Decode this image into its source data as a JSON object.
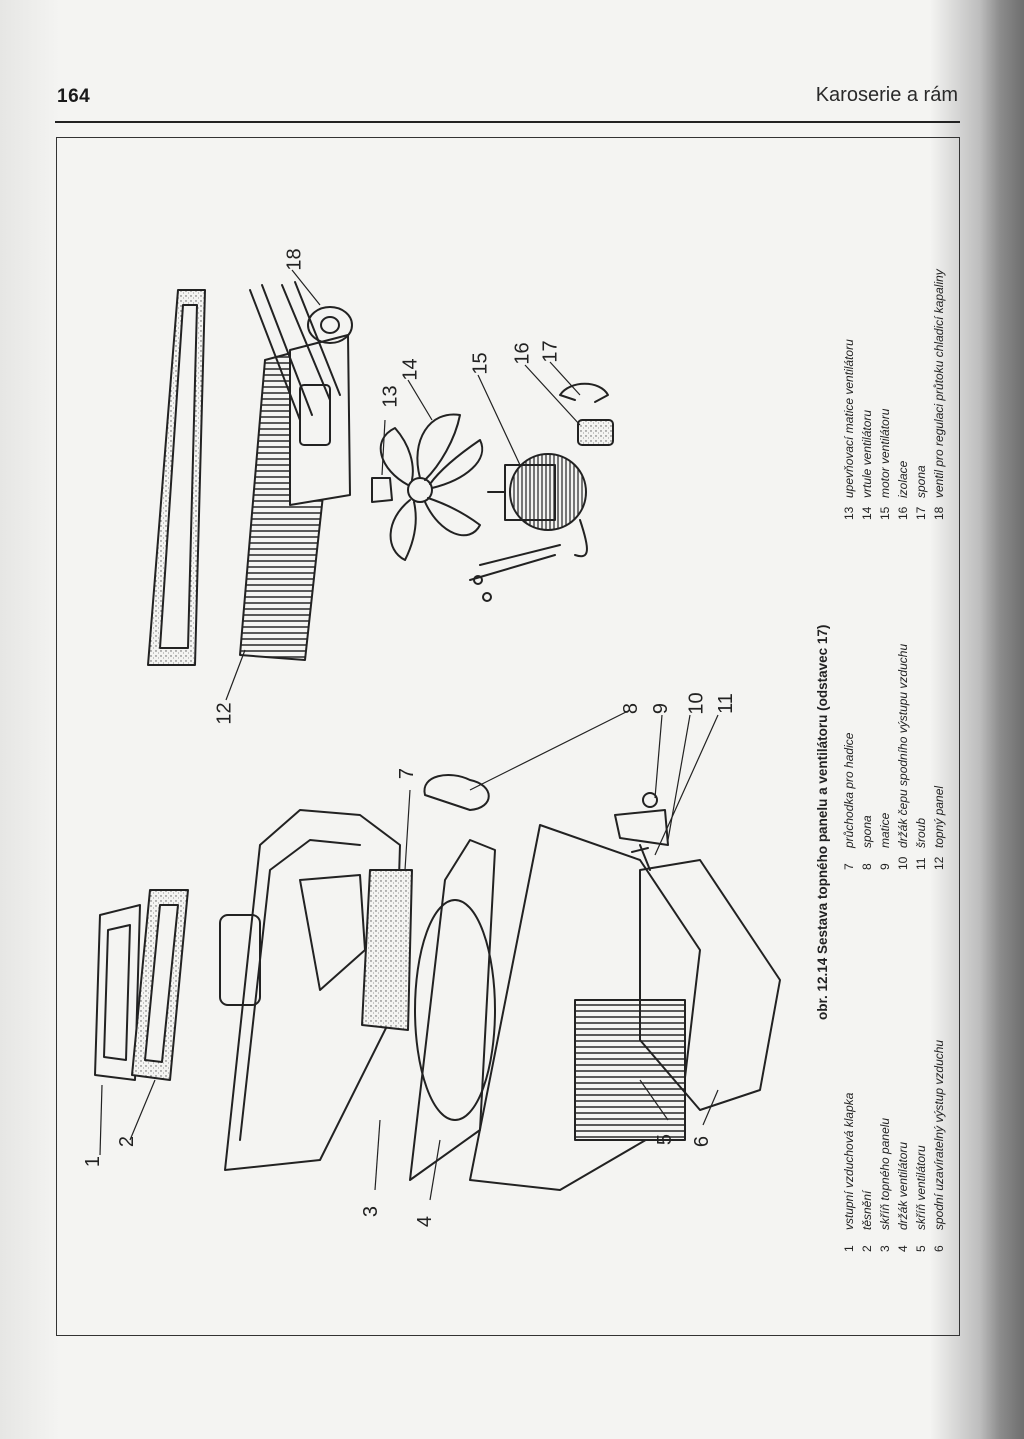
{
  "header": {
    "page_number": "164",
    "section_title": "Karoserie a rám"
  },
  "figure": {
    "caption": "obr. 12.14 Sestava topného panelu a ventilátoru (odstavec 17)",
    "legend": [
      {
        "num": "1",
        "text": "vstupní vzduchová klapka"
      },
      {
        "num": "2",
        "text": "těsnění"
      },
      {
        "num": "3",
        "text": "skříň topného panelu"
      },
      {
        "num": "4",
        "text": "držák ventilátoru"
      },
      {
        "num": "5",
        "text": "skříň ventilátoru"
      },
      {
        "num": "6",
        "text": "spodní uzavíratelný výstup vzduchu"
      },
      {
        "num": "7",
        "text": "průchodka pro hadice"
      },
      {
        "num": "8",
        "text": "spona"
      },
      {
        "num": "9",
        "text": "matice"
      },
      {
        "num": "10",
        "text": "držák čepu spodního výstupu vzduchu"
      },
      {
        "num": "11",
        "text": "šroub"
      },
      {
        "num": "12",
        "text": "topný panel"
      },
      {
        "num": "13",
        "text": "upevňovací matice ventilátoru"
      },
      {
        "num": "14",
        "text": "vrtule ventilátoru"
      },
      {
        "num": "15",
        "text": "motor ventilátoru"
      },
      {
        "num": "16",
        "text": "izolace"
      },
      {
        "num": "17",
        "text": "spona"
      },
      {
        "num": "18",
        "text": "ventil pro regulaci průtoku chladicí kapaliny"
      }
    ],
    "callouts": [
      "1",
      "2",
      "3",
      "4",
      "5",
      "6",
      "7",
      "8",
      "9",
      "10",
      "11",
      "12",
      "13",
      "14",
      "15",
      "16",
      "17",
      "18"
    ]
  }
}
